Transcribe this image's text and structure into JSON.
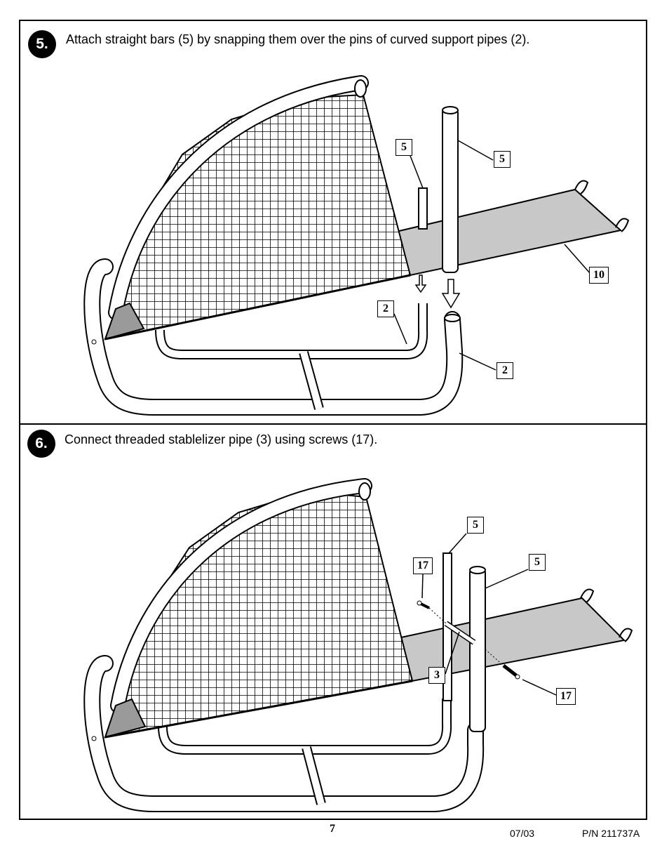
{
  "steps": [
    {
      "number": "5.",
      "text": "Attach straight bars (5) by snapping them over the pins of curved support pipes (2).",
      "callouts": [
        "5",
        "5",
        "10",
        "2",
        "2"
      ]
    },
    {
      "number": "6.",
      "text": "Connect threaded stablelizer pipe (3) using screws (17).",
      "callouts": [
        "5",
        "17",
        "5",
        "3",
        "17"
      ]
    }
  ],
  "footer": {
    "page_number": "7",
    "date": "07/03",
    "part_number": "P/N 211737A"
  },
  "icons": {
    "step5_illustration": "net-frame-assembly-illustration",
    "step6_illustration": "net-frame-stabilizer-illustration",
    "arrow": "down-arrow-icon"
  }
}
